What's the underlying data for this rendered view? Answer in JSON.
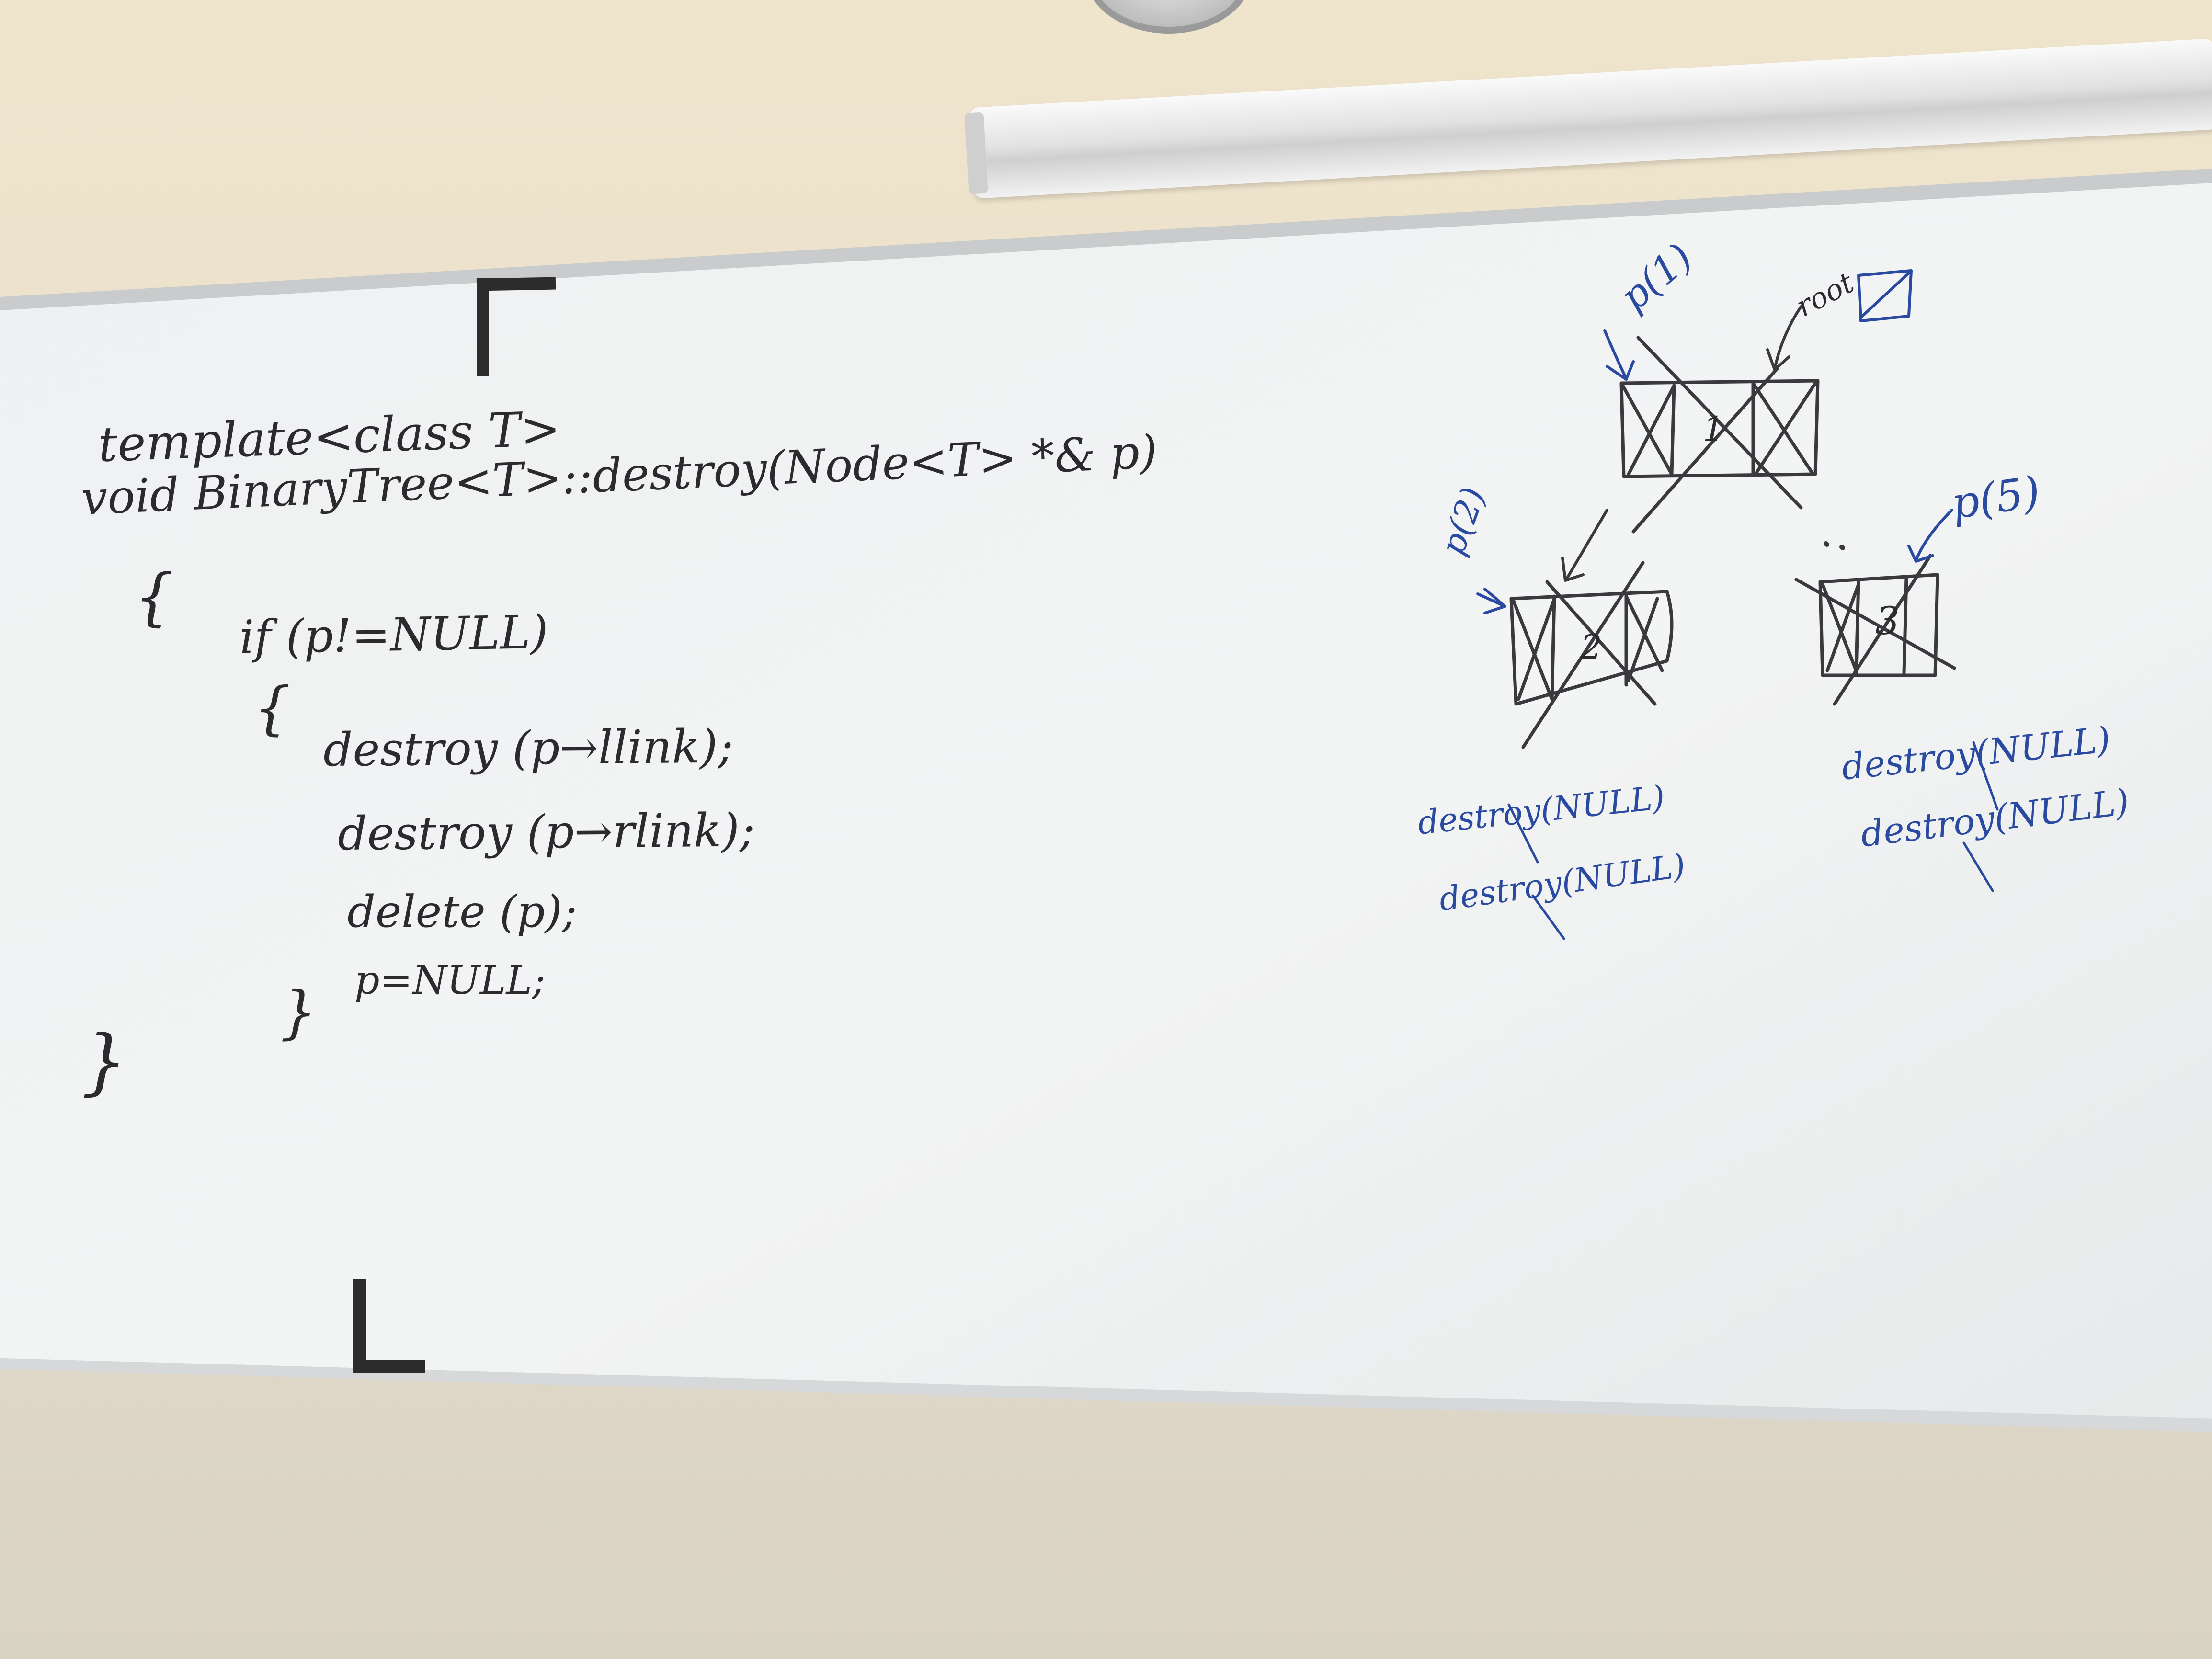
{
  "code": {
    "line1": "template<class T>",
    "line2": "void BinaryTree<T>::destroy(Node<T> *& p)",
    "open_brace": "{",
    "if_line": "if (p!=NULL)",
    "if_open": "{",
    "stmt1": "destroy (p→llink);",
    "stmt2": "destroy (p→rlink);",
    "stmt3": "delete (p);",
    "stmt4": "p=NULL;",
    "if_close": "}",
    "close_brace": "}"
  },
  "diagram": {
    "label_p1": "p(1)",
    "label_root": "root",
    "label_p2": "p(2)",
    "label_p5": "p(5)",
    "node_root_value": "1",
    "node_left_value": "2",
    "node_right_value": "3",
    "left_calls": [
      "destroy(NULL)",
      "destroy(NULL)"
    ],
    "right_calls": [
      "destroy(NULL)",
      "destroy(NULL)"
    ]
  },
  "colors": {
    "marker_black": "#2b2b2f",
    "marker_blue": "#2a49a0",
    "board": "#f1f2f2"
  }
}
